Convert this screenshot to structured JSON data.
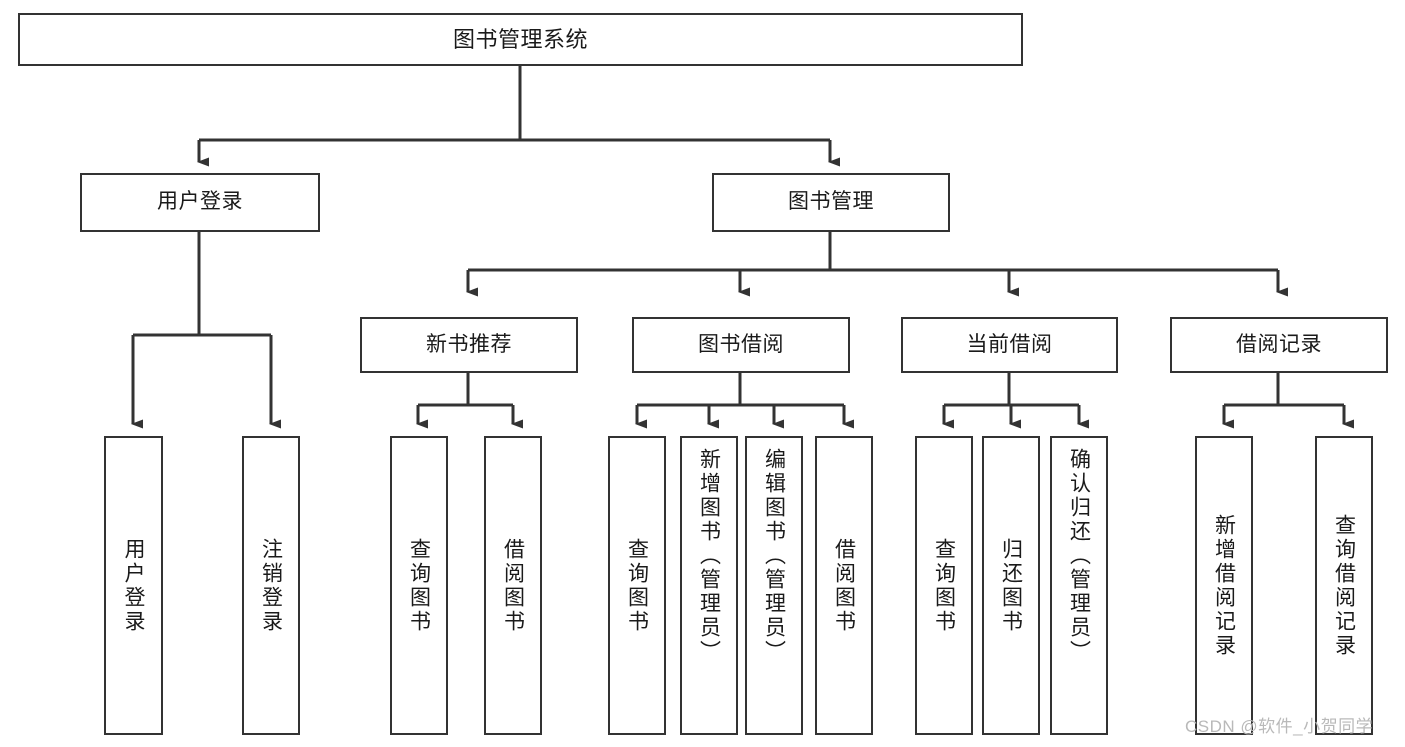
{
  "diagram": {
    "type": "tree-hierarchy-chart",
    "title": "图书管理系统",
    "watermark": "CSDN @软件_小贺同学",
    "colors": {
      "box_border": "#333333",
      "box_fill": "#ffffff",
      "connector": "#333333",
      "text": "#1a1a1a",
      "watermark": "#b9b9b9",
      "background": "#ffffff"
    },
    "root": {
      "label": "图书管理系统"
    },
    "level2": [
      {
        "label": "用户登录"
      },
      {
        "label": "图书管理"
      }
    ],
    "level3": [
      {
        "label": "新书推荐"
      },
      {
        "label": "图书借阅"
      },
      {
        "label": "当前借阅"
      },
      {
        "label": "借阅记录"
      }
    ],
    "leaves": {
      "user_login": [
        {
          "label": "用户登录"
        },
        {
          "label": "注销登录"
        }
      ],
      "new_book_recommend": [
        {
          "label": "查询图书"
        },
        {
          "label": "借阅图书"
        }
      ],
      "book_borrow": [
        {
          "label": "查询图书"
        },
        {
          "label": "新增图书（管理员）"
        },
        {
          "label": "编辑图书（管理员）"
        },
        {
          "label": "借阅图书"
        }
      ],
      "current_borrow": [
        {
          "label": "查询图书"
        },
        {
          "label": "归还图书"
        },
        {
          "label": "确认归还（管理员）"
        }
      ],
      "borrow_record": [
        {
          "label": "新增借阅记录"
        },
        {
          "label": "查询借阅记录"
        }
      ]
    }
  }
}
